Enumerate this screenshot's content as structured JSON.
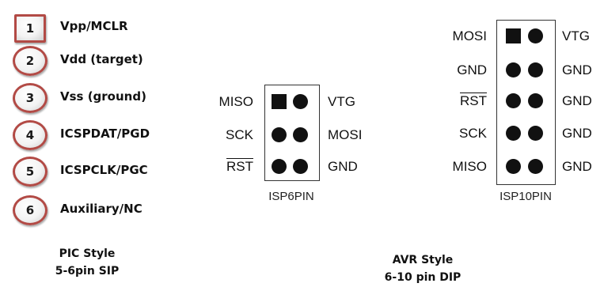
{
  "pic": {
    "pins": [
      {
        "number": "1",
        "label": "Vpp/MCLR"
      },
      {
        "number": "2",
        "label": "Vdd (target)"
      },
      {
        "number": "3",
        "label": "Vss (ground)"
      },
      {
        "number": "4",
        "label": "ICSPDAT/PGD"
      },
      {
        "number": "5",
        "label": "ICSPCLK/PGC"
      },
      {
        "number": "6",
        "label": "Auxiliary/NC"
      }
    ],
    "caption_line1": "PIC Style",
    "caption_line2": "5-6pin SIP"
  },
  "isp6": {
    "name": "ISP6PIN",
    "left_labels": [
      "MISO",
      "SCK",
      "RST"
    ],
    "right_labels": [
      "VTG",
      "MOSI",
      "GND"
    ]
  },
  "isp10": {
    "name": "ISP10PIN",
    "left_labels": [
      "MOSI",
      "GND",
      "RST",
      "SCK",
      "MISO"
    ],
    "right_labels": [
      "VTG",
      "GND",
      "GND",
      "GND",
      "GND"
    ]
  },
  "avr": {
    "caption_line1": "AVR Style",
    "caption_line2": "6-10 pin DIP"
  }
}
